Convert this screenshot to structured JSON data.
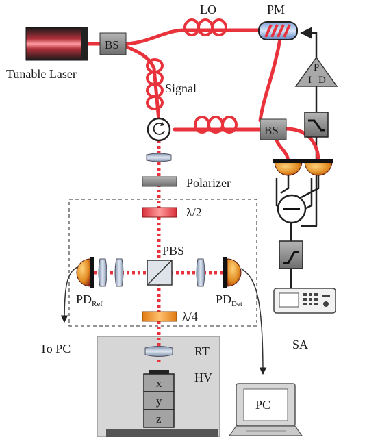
{
  "labels": {
    "tunable_laser": "Tunable Laser",
    "bs_top": "BS",
    "lo": "LO",
    "pm": "PM",
    "signal": "Signal",
    "bs_right": "BS",
    "pid_p": "P",
    "pid_i": "I",
    "pid_d": "D",
    "polarizer": "Polarizer",
    "half_wave": "λ/2",
    "pbs": "PBS",
    "pd_ref_main": "PD",
    "pd_ref_sub": "Ref",
    "pd_det_main": "PD",
    "pd_det_sub": "Det",
    "quarter_wave": "λ/4",
    "to_pc": "To PC",
    "rt": "RT",
    "hv": "HV",
    "stage_x": "x",
    "stage_y": "y",
    "stage_z": "z",
    "pc": "PC",
    "sa": "SA"
  },
  "colors": {
    "fiber": "#e8333c",
    "beam": "#e8333c",
    "gray_box": "#8c8c8c",
    "chamber": "#d9d9d9",
    "wire": "#222222"
  }
}
